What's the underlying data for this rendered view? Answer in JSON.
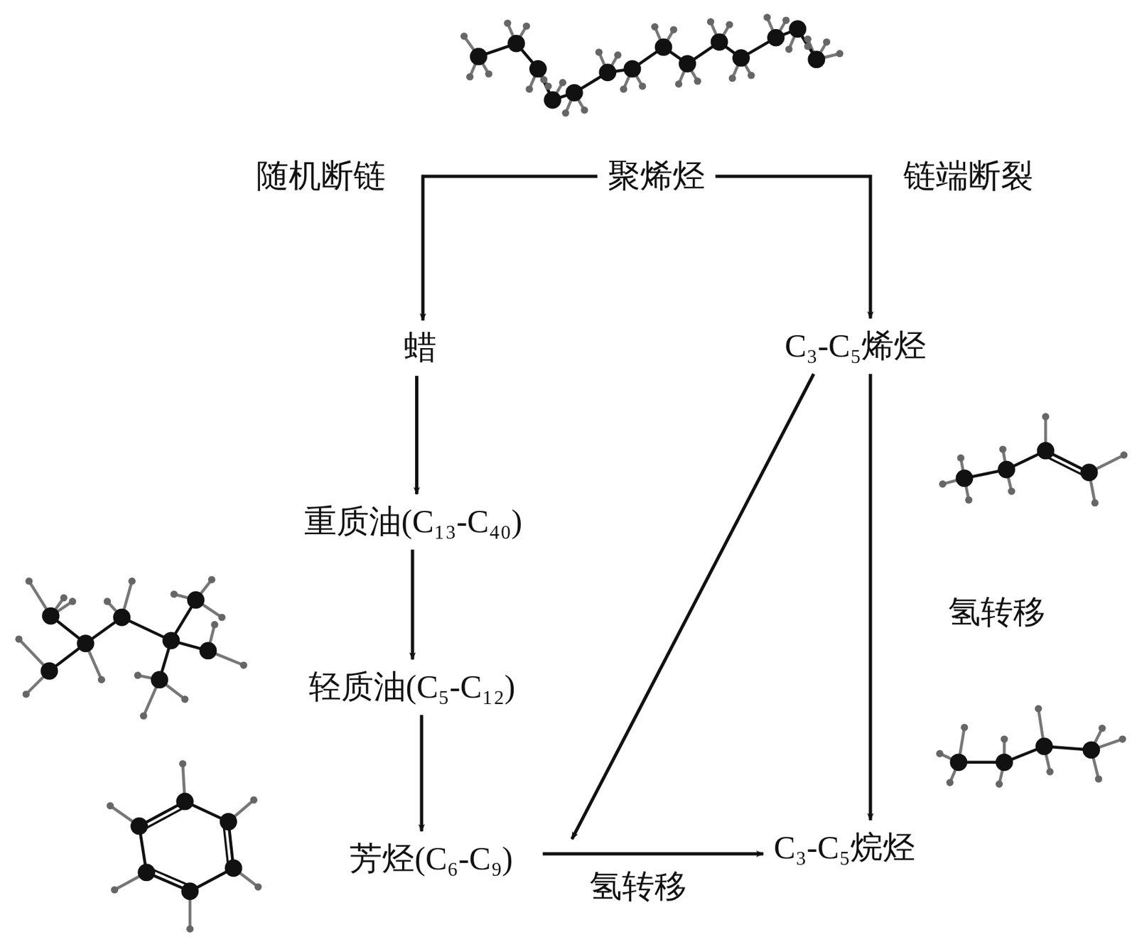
{
  "diagram": {
    "nodes": [
      {
        "text": [
          "聚烯烃"
        ]
      },
      {
        "text": [
          "蜡"
        ]
      },
      {
        "text": [
          "C₃-C₅烯烃"
        ]
      },
      {
        "text": [
          "重质油(C₁₃-C₄₀)"
        ]
      },
      {
        "text": [
          "轻质油(C₅-C₁₂)"
        ]
      },
      {
        "text": [
          "芳烃(C₆-C₉)"
        ]
      },
      {
        "text": [
          "C₃-C₅烷烃"
        ]
      }
    ],
    "edges": [
      {
        "from": 0,
        "to": 1,
        "arrow": "to",
        "label": "随机断链"
      },
      {
        "from": 0,
        "to": 2,
        "arrow": "to",
        "label": "链端断裂"
      },
      {
        "from": 1,
        "to": 3,
        "arrow": "to"
      },
      {
        "from": 3,
        "to": 4,
        "arrow": "to"
      },
      {
        "from": 4,
        "to": 5,
        "arrow": "to"
      },
      {
        "from": 2,
        "to": 5,
        "arrow": "to"
      },
      {
        "from": 2,
        "to": 6,
        "arrow": "to",
        "label": "氢转移"
      },
      {
        "from": 5,
        "to": 6,
        "arrow": "to",
        "label": "氢转移"
      }
    ]
  }
}
